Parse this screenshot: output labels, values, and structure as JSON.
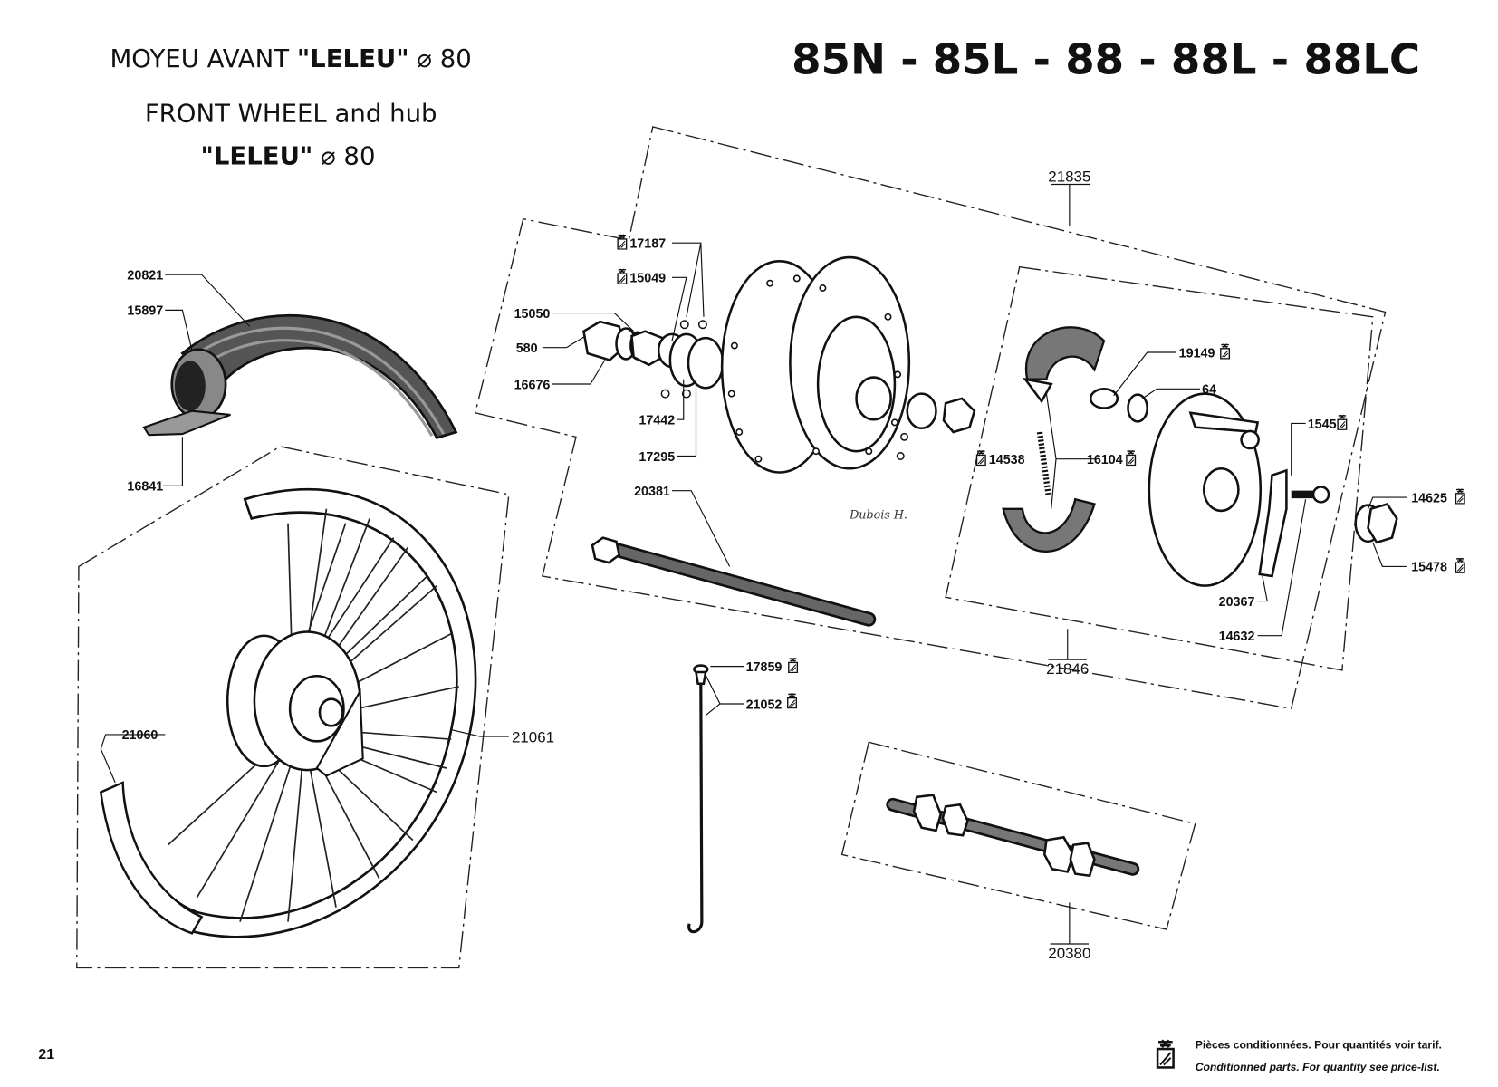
{
  "header": {
    "title_fr_prefix": "MOYEU AVANT ",
    "title_fr_brand": "\"LELEU\"",
    "title_fr_suffix": " ⌀ 80",
    "title_en": "FRONT WHEEL and hub",
    "title_en_brand": "\"LELEU\"",
    "title_en_suffix": " ⌀ 80",
    "models": "85N - 85L - 88 - 88L - 88LC"
  },
  "labels": {
    "p20821": "20821",
    "p15897": "15897",
    "p16841": "16841",
    "p21060": "21060",
    "p21061": "21061",
    "p21835": "21835",
    "p17187": "17187",
    "p15049": "15049",
    "p15050": "15050",
    "p580": "580",
    "p16676": "16676",
    "p17442": "17442",
    "p17295": "17295",
    "p20381": "20381",
    "p19149": "19149",
    "p64": "64",
    "p1545": "1545",
    "p14538": "14538",
    "p16104": "16104",
    "p14625": "14625",
    "p15478": "15478",
    "p20367": "20367",
    "p14632": "14632",
    "p21846": "21846",
    "p17859": "17859",
    "p21052": "21052",
    "p20380": "20380"
  },
  "signature": "Dubois H.",
  "footer": {
    "icon": "conditioned-parts-icon",
    "line_fr": "Pièces conditionnées. Pour quantités voir tarif.",
    "line_en": "Conditionned parts. For quantity see price-list.",
    "page_number": "21"
  }
}
